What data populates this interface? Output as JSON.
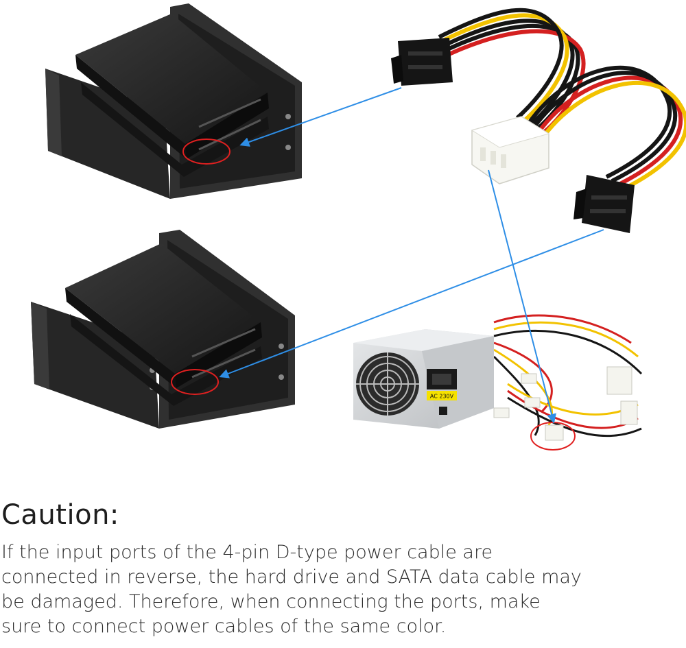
{
  "psu": {
    "voltage_label": "AC 230V"
  },
  "caution": {
    "heading": "Caution:",
    "lines": [
      "If the input ports of the 4-pin D-type power cable are",
      "connected in reverse, the hard drive and SATA data cable may",
      "be damaged. Therefore, when connecting the ports, make",
      "sure to connect power cables of the same color."
    ]
  },
  "colors": {
    "arrow": "#2e8ee6",
    "highlight_circle": "#e02020",
    "wire_red": "#d42020",
    "wire_yellow": "#f2c200",
    "wire_black": "#151515",
    "bracket": "#2a2a2a",
    "drive": "#1c1c1c",
    "molex_connector": "#f7f7f2",
    "psu_body": "#d6d8da"
  }
}
